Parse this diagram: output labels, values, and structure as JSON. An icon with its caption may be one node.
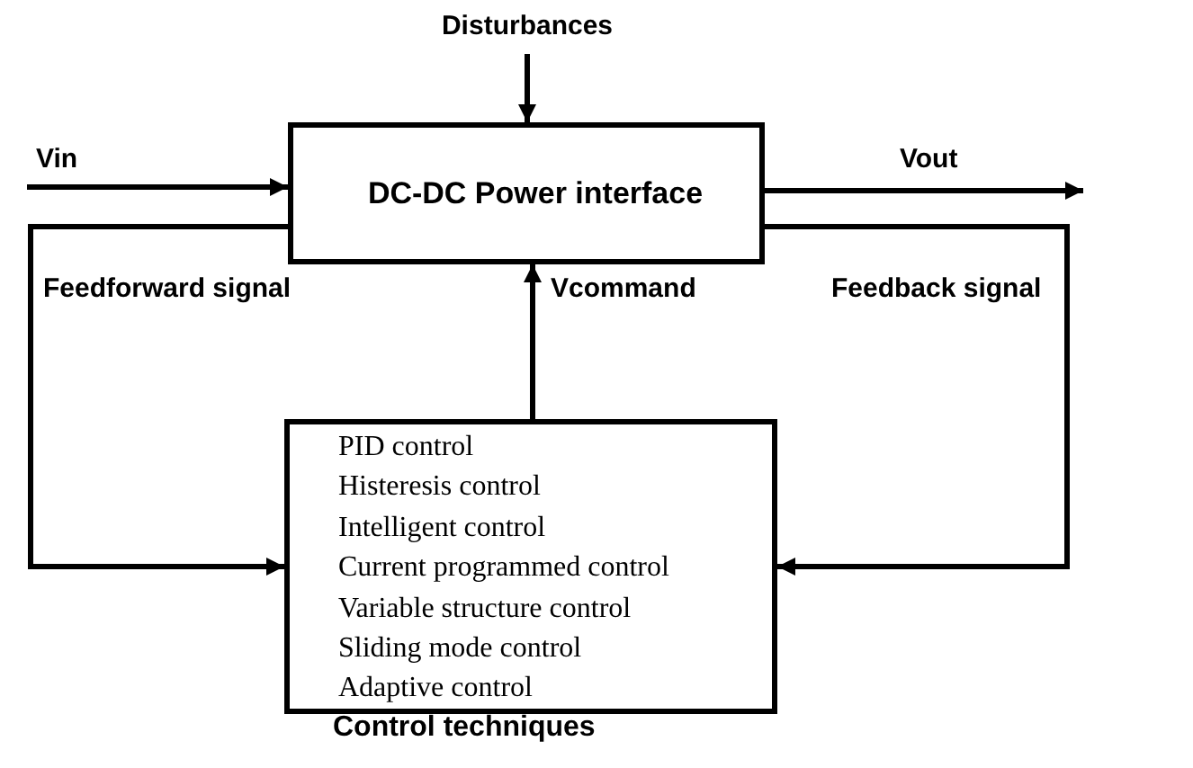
{
  "diagram": {
    "nodes": [
      {
        "text": [
          "DC-DC Power interface"
        ]
      },
      {
        "text": [
          "PID control",
          "Histeresis control",
          "Intelligent control",
          "Current programmed control",
          "Variable structure control",
          "Sliding mode control",
          "Adaptive control",
          "Control techniques"
        ]
      }
    ],
    "edges": [
      {
        "from": null,
        "to": 0,
        "arrow": "to",
        "label": "Disturbances"
      },
      {
        "from": null,
        "to": 0,
        "arrow": "to",
        "label": "Vin"
      },
      {
        "from": 0,
        "to": null,
        "arrow": "to",
        "label": "Vout"
      },
      {
        "from": 0,
        "to": 1,
        "arrow": "to",
        "label": "Feedforward signal"
      },
      {
        "from": 1,
        "to": 0,
        "arrow": "to",
        "label": "Vcommand"
      },
      {
        "from": 0,
        "to": 1,
        "arrow": "to",
        "label": "Feedback signal"
      }
    ]
  }
}
